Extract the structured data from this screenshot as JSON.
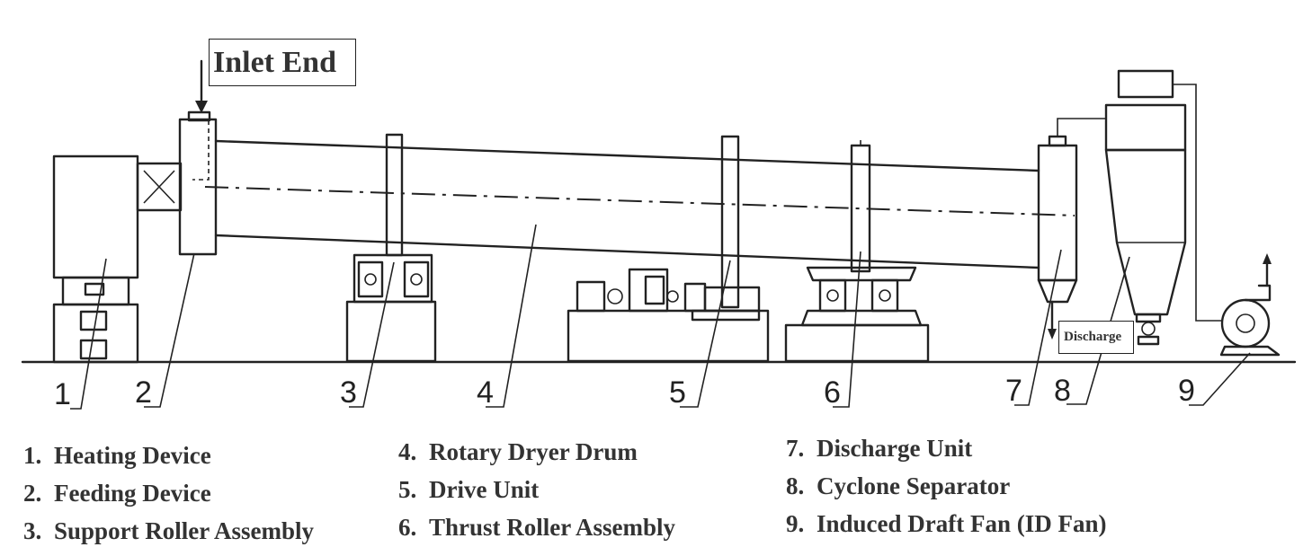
{
  "callouts": {
    "inlet": "Inlet End",
    "discharge": "Discharge"
  },
  "component_numbers": [
    "1",
    "2",
    "3",
    "4",
    "5",
    "6",
    "7",
    "8",
    "9"
  ],
  "legend": {
    "columns": [
      [
        {
          "num": "1.",
          "label": "Heating Device"
        },
        {
          "num": "2.",
          "label": "Feeding Device"
        },
        {
          "num": "3.",
          "label": "Support Roller Assembly"
        }
      ],
      [
        {
          "num": "4.",
          "label": "Rotary Dryer Drum"
        },
        {
          "num": "5.",
          "label": "Drive Unit"
        },
        {
          "num": "6.",
          "label": "Thrust Roller Assembly"
        }
      ],
      [
        {
          "num": "7.",
          "label": "Discharge Unit"
        },
        {
          "num": "8.",
          "label": "Cyclone Separator"
        },
        {
          "num": "9.",
          "label": "Induced Draft Fan (ID Fan)"
        }
      ]
    ]
  },
  "colors": {
    "line": "#222222",
    "text": "#333333",
    "background": "#ffffff"
  }
}
